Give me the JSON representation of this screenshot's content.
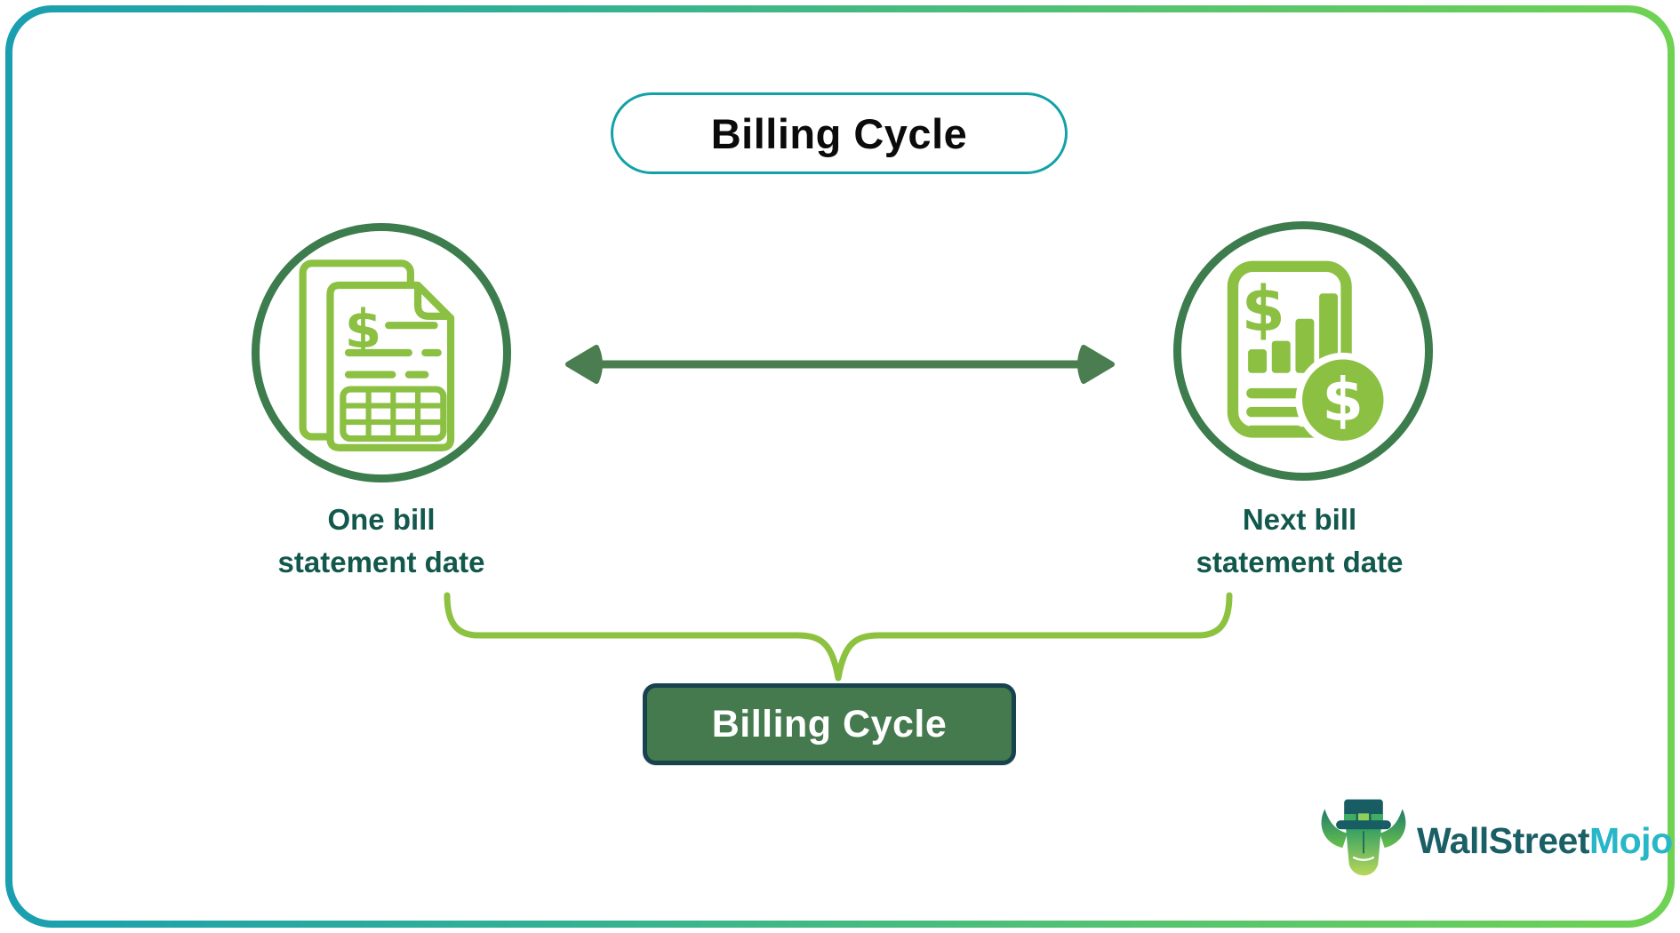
{
  "colors": {
    "frame_gradient_start": "#1a9fb0",
    "frame_gradient_end": "#6fd253",
    "title_pill_border": "#12a1a7",
    "circle_border": "#3c7c4d",
    "icon_green": "#8bc043",
    "arrow_green": "#4a7d50",
    "label_teal": "#12584c",
    "brace_green": "#8cc240",
    "badge_fill": "#457a4f",
    "badge_border": "#16434d",
    "logo_primary": "#1a5f66",
    "logo_accent": "#28b6c9"
  },
  "title_pill": {
    "label": "Billing Cycle"
  },
  "nodes": {
    "left": {
      "line1": "One bill",
      "line2": "statement date",
      "icon": "bill-invoice-icon"
    },
    "right": {
      "line1": "Next bill",
      "line2": "statement date",
      "icon": "bill-statement-chart-icon"
    }
  },
  "arrow": {
    "type": "double-headed",
    "meaning": "period between statement dates"
  },
  "billing_cycle_badge": {
    "label": "Billing Cycle"
  },
  "logo": {
    "primary": "WallStreet",
    "accent": "Mojo"
  }
}
